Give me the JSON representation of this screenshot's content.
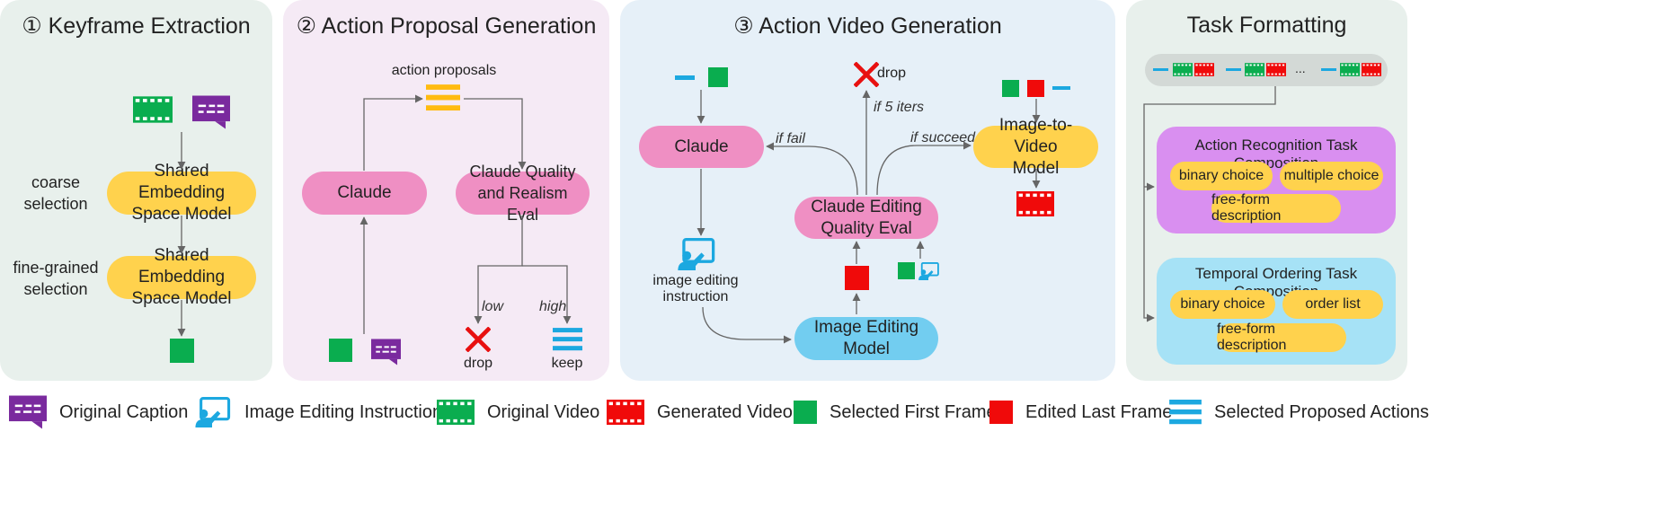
{
  "panels": {
    "p1": {
      "title": "① Keyframe Extraction",
      "bg": "#e8f0ec"
    },
    "p2": {
      "title": "② Action Proposal Generation",
      "bg": "#f5eaf5"
    },
    "p3": {
      "title": "③ Action Video Generation",
      "bg": "#e6f0f8"
    },
    "p4": {
      "title": "Task Formatting",
      "bg": "#e8f0ec"
    }
  },
  "p1": {
    "coarse": "coarse\nselection",
    "fine": "fine-grained\nselection",
    "model1": "Shared Embedding\nSpace Model",
    "model2": "Shared Embedding\nSpace Model"
  },
  "p2": {
    "proposals": "action proposals",
    "claude": "Claude",
    "eval": "Claude Quality\nand Realism Eval",
    "low": "low",
    "high": "high",
    "drop": "drop",
    "keep": "keep"
  },
  "p3": {
    "claude": "Claude",
    "drop": "drop",
    "iters": "if 5 iters",
    "fail": "if fail",
    "succeed": "if succeed",
    "i2v": "Image-to-Video\nModel",
    "eval": "Claude Editing\nQuality Eval",
    "instruction": "image editing\ninstruction",
    "editmodel": "Image Editing\nModel"
  },
  "p4": {
    "dots": "...",
    "recog_title": "Action Recognition Task Composition",
    "recog_chips": [
      "binary choice",
      "multiple choice",
      "free-form description"
    ],
    "temporal_title": "Temporal Ordering Task Composition",
    "temporal_chips": [
      "binary choice",
      "order list",
      "free-form description"
    ],
    "recog_bg": "#d98ff0",
    "temporal_bg": "#a6e2f6"
  },
  "legend": [
    {
      "icon": "caption-icon",
      "label": "Original Caption"
    },
    {
      "icon": "image-editing-instruction-icon",
      "label": "Image Editing Instruction"
    },
    {
      "icon": "original-video-icon",
      "label": "Original Video"
    },
    {
      "icon": "generated-video-icon",
      "label": "Generated Video"
    },
    {
      "icon": "selected-first-frame-icon",
      "label": "Selected First Frame"
    },
    {
      "icon": "edited-last-frame-icon",
      "label": "Edited Last Frame"
    },
    {
      "icon": "selected-proposed-actions-icon",
      "label": "Selected Proposed Actions"
    }
  ],
  "colors": {
    "green": "#0aad4f",
    "red": "#f00a0a",
    "purple": "#7a2a9e",
    "blue": "#1ca8e0",
    "yellow": "#ffd24d",
    "pink": "#ef8fc3",
    "lightblue": "#72cdf0"
  }
}
